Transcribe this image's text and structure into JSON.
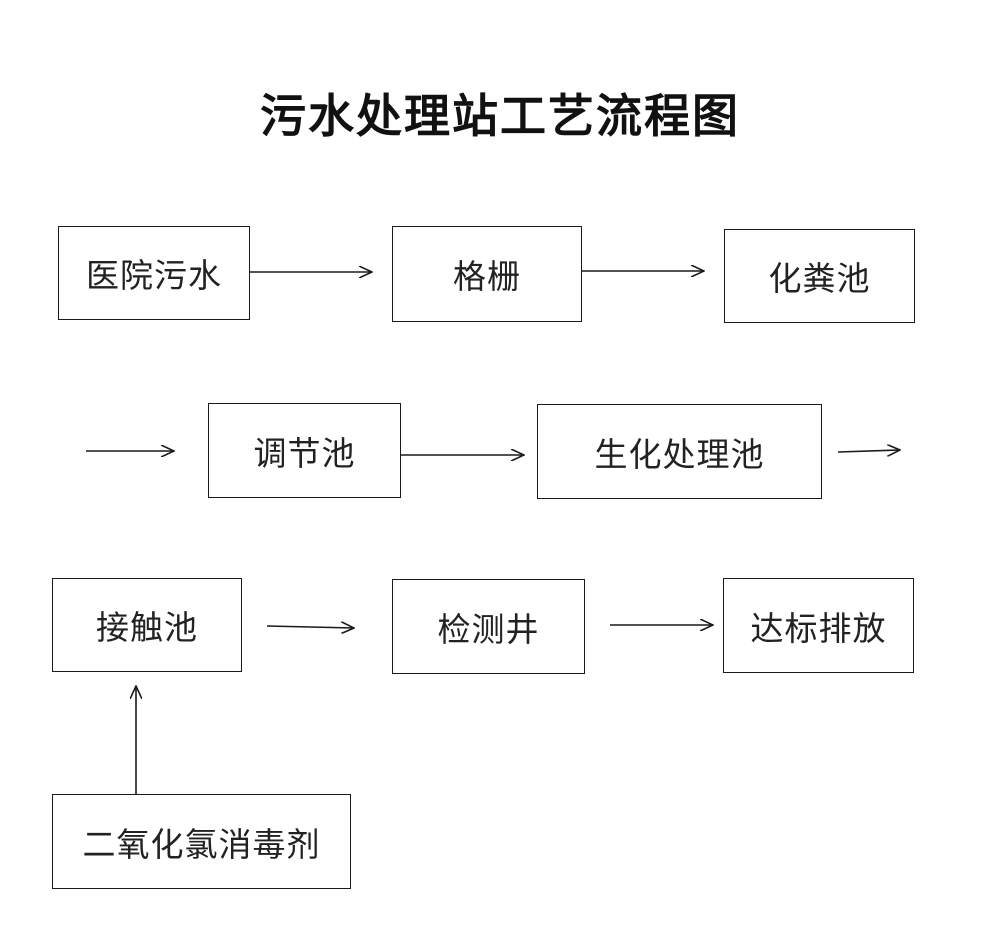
{
  "title": "污水处理站工艺流程图",
  "nodes": {
    "hospital_sewage": "医院污水",
    "grille": "格栅",
    "septic_tank": "化粪池",
    "regulating_tank": "调节池",
    "biochemical_tank": "生化处理池",
    "contact_tank": "接触池",
    "inspection_well": "检测井",
    "discharge": "达标排放",
    "disinfectant": "二氧化氯消毒剂"
  },
  "edges": [
    {
      "from": "hospital_sewage",
      "to": "grille"
    },
    {
      "from": "grille",
      "to": "septic_tank"
    },
    {
      "from": "septic_tank",
      "to": "regulating_tank"
    },
    {
      "from": "regulating_tank",
      "to": "biochemical_tank"
    },
    {
      "from": "biochemical_tank",
      "to": "contact_tank"
    },
    {
      "from": "contact_tank",
      "to": "inspection_well"
    },
    {
      "from": "inspection_well",
      "to": "discharge"
    },
    {
      "from": "disinfectant",
      "to": "contact_tank"
    }
  ],
  "colors": {
    "line": "#1a1a1a",
    "background": "#ffffff"
  }
}
